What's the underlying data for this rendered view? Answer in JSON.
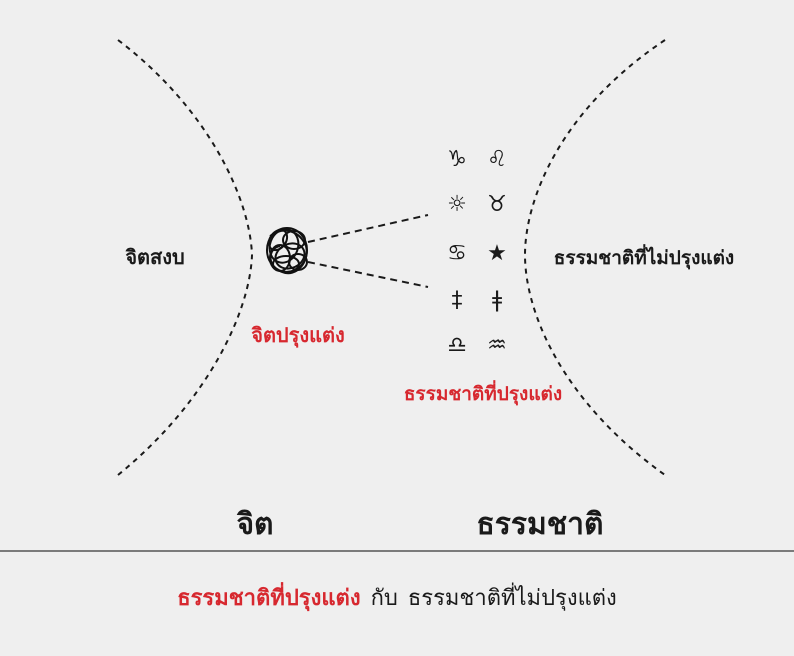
{
  "labels": {
    "calm_mind": "จิตสงบ",
    "proliferating_mind": "จิตปรุงแต่ง",
    "unconditioned_nature": "ธรรมชาติที่ไม่ปรุงแต่ง",
    "conditioned_nature": "ธรรมชาติที่ปรุงแต่ง",
    "mind": "จิต",
    "nature": "ธรรมชาติ"
  },
  "symbols": [
    "♑",
    "♌",
    "☼",
    "♉",
    "♋",
    "★",
    "‡",
    "ǂ",
    "♎",
    "♒"
  ],
  "caption": {
    "highlight": "ธรรมชาติที่ปรุงแต่ง",
    "connector": "กับ",
    "rest": "ธรรมชาติที่ไม่ปรุงแต่ง"
  },
  "colors": {
    "background": "#efefef",
    "accent_red": "#d7282f",
    "ink": "#1a1a1a",
    "divider": "#555555"
  }
}
